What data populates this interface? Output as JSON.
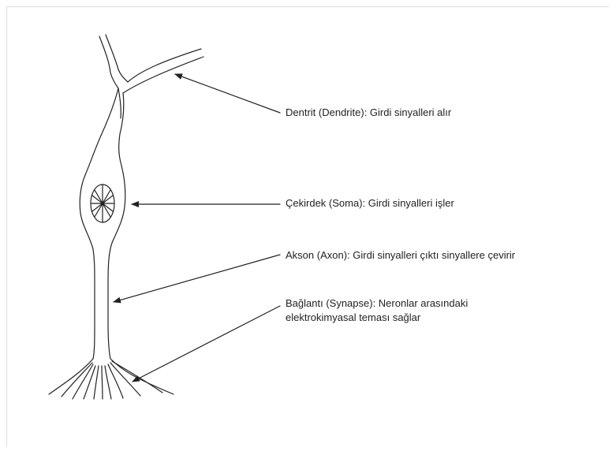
{
  "labels": {
    "dendrite": "Dentrit (Dendrite): Girdi sinyalleri alır",
    "soma": "Çekirdek (Soma): Girdi sinyalleri işler",
    "axon": "Akson (Axon): Girdi sinyalleri çıktı sinyallere çevirir",
    "synapse_line1": "Bağlantı (Synapse):  Neronlar arasındaki",
    "synapse_line2": "elektrokimyasal teması sağlar"
  },
  "colors": {
    "stroke": "#222222",
    "text": "#222222",
    "background": "#ffffff"
  }
}
